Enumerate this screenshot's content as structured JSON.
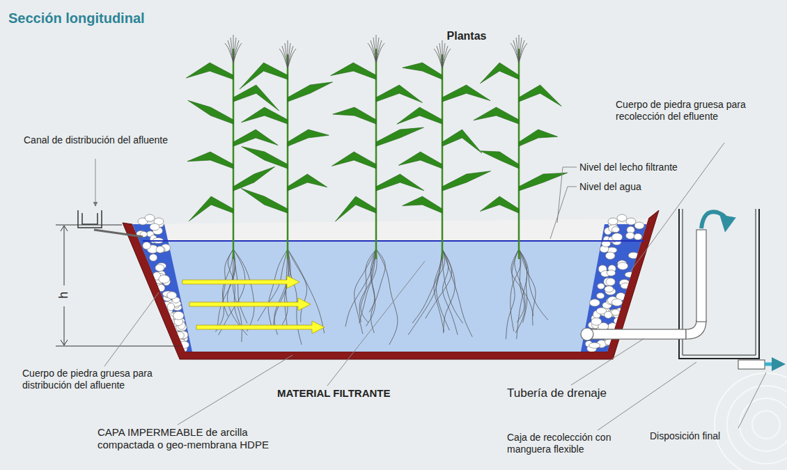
{
  "diagram": {
    "title": "Sección longitudinal",
    "labels": [
      "Plantas",
      "Cuerpo de piedra gruesa para recolección del efluente",
      "Canal de distribución del afluente",
      "Nivel del lecho filtrante",
      "Nivel del agua",
      "h",
      "Cuerpo de piedra gruesa para distribución del afluente",
      "MATERIAL FILTRANTE",
      "Tubería de drenaje",
      "CAPA IMPERMEABLE de arcilla compactada o geo-membrana HDPE",
      "Caja de recolección con manguera flexible",
      "Disposición final"
    ]
  }
}
